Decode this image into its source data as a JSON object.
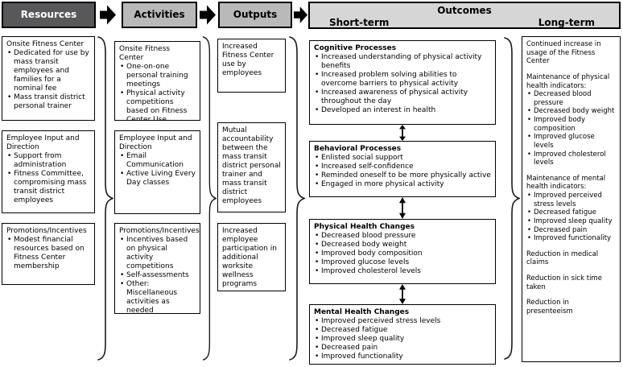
{
  "header": {
    "resources_label": "Resources",
    "activities_label": "Activities",
    "outputs_label": "Outputs",
    "outcomes_label": "Outcomes",
    "short_term_label": "Short-term",
    "long_term_label": "Long-term"
  },
  "colors": {
    "resources_header_bg": "#58585a",
    "resources_header_text": "#ffffff",
    "stage_header_bg": "#b9b9b9",
    "outcomes_header_bg": "#d6d6d6",
    "box_border": "#000000"
  },
  "resources": {
    "boxes": [
      {
        "title": "Onsite Fitness Center",
        "bullets": [
          "Dedicated for use by mass transit employees and families for a nominal fee",
          "Mass transit district personal trainer"
        ]
      },
      {
        "title": "Employee Input and Direction",
        "bullets": [
          "Support from administration",
          "Fitness Committee, compromising mass transit district employees"
        ]
      },
      {
        "title": "Promotions/Incentives",
        "bullets": [
          "Modest financial resources based on Fitness Center membership"
        ]
      }
    ]
  },
  "activities": {
    "boxes": [
      {
        "title": "Onsite Fitness Center",
        "bullets": [
          "One-on-one personal training meetings",
          "Physical activity competitions based on Fitness Center Use"
        ]
      },
      {
        "title": "Employee Input and Direction",
        "bullets": [
          "Email Communication",
          "Active Living Every Day classes"
        ]
      },
      {
        "title": "Promotions/Incentives",
        "bullets": [
          "Incentives based on physical activity competitions",
          "Self-assessments",
          "Other: Miscellaneous activities as needed"
        ]
      }
    ]
  },
  "outputs": {
    "boxes": [
      {
        "text": "Increased Fitness Center use by employees"
      },
      {
        "text": "Mutual accountability between the mass transit district personal trainer and mass transit district employees"
      },
      {
        "text": "Increased employee participation in additional worksite wellness programs"
      }
    ]
  },
  "short_term": {
    "boxes": [
      {
        "title": "Cognitive Processes",
        "bullets": [
          "Increased understanding of physical activity benefits",
          "Increased problem solving abilities to overcome barriers to physical activity",
          "Increased awareness of physical activity throughout the day",
          "Developed an interest in health"
        ]
      },
      {
        "title": "Behavioral Processes",
        "bullets": [
          "Enlisted social support",
          "Increased self-confidence",
          "Reminded oneself to be more physically active",
          "Engaged in more physical activity"
        ]
      },
      {
        "title": "Physical Health Changes",
        "bullets": [
          "Decreased blood pressure",
          "Decreased body weight",
          "Improved body composition",
          "Improved glucose levels",
          "Improved cholesterol levels"
        ]
      },
      {
        "title": "Mental Health Changes",
        "bullets": [
          "Improved perceived stress levels",
          "Decreased fatigue",
          "Improved sleep quality",
          "Decreased pain",
          "Improved functionality"
        ]
      }
    ]
  },
  "long_term": {
    "sections": [
      {
        "text": "Continued increase in usage of the Fitness Center"
      },
      {
        "text": "Maintenance of physical health indicators:",
        "bullets": [
          "Decreased blood pressure",
          "Decreased body weight",
          "Improved body composition",
          "Improved glucose levels",
          "Improved cholesterol levels"
        ]
      },
      {
        "text": "Maintenance of mental health indicators:",
        "bullets": [
          "Improved perceived stress levels",
          "Decreased fatigue",
          "Improved sleep quality",
          "Decreased pain",
          "Improved functionality"
        ]
      },
      {
        "text": "Reduction in medical claims"
      },
      {
        "text": "Reduction in sick time taken"
      },
      {
        "text": "Reduction in presenteeism"
      }
    ]
  }
}
